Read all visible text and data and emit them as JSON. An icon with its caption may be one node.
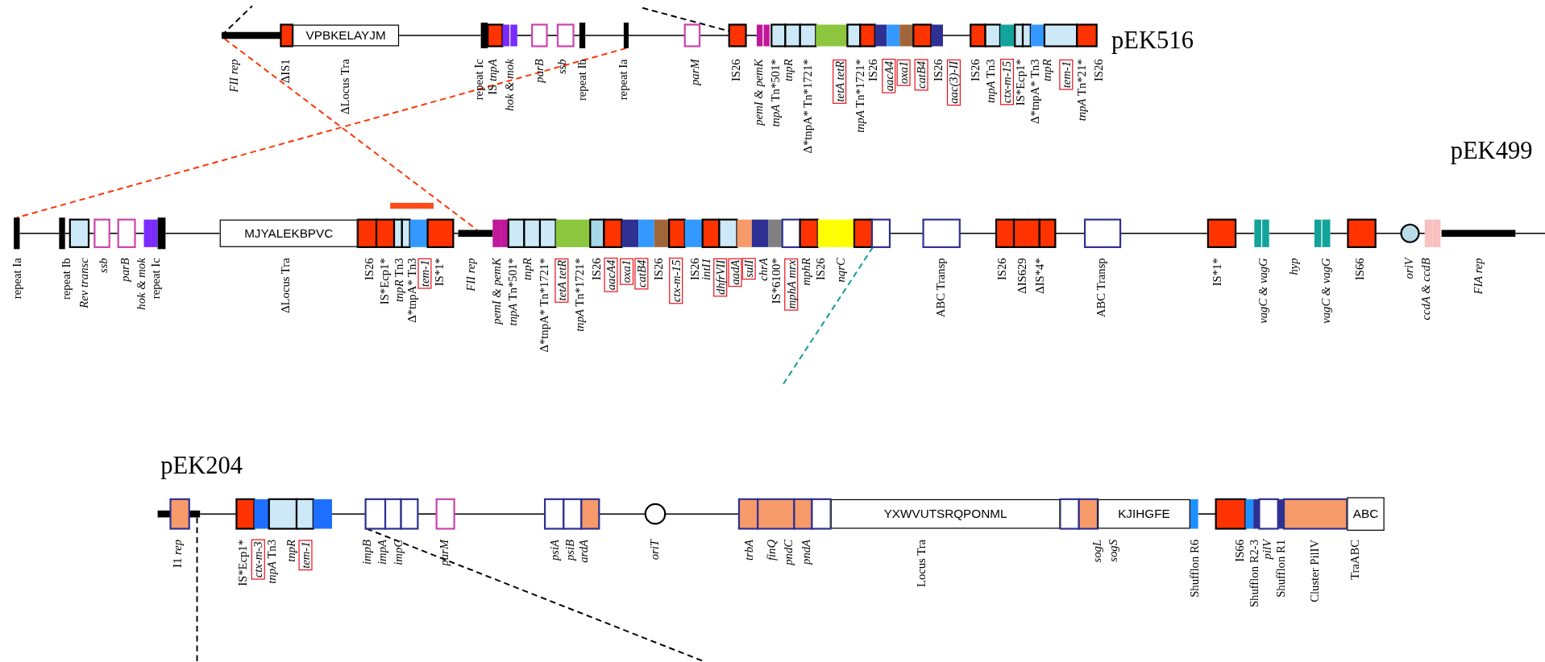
{
  "diagram": {
    "nodes": [
      {
        "text": [],
        "shape": "bar"
      },
      {
        "text": [],
        "shape": "box"
      },
      {
        "text": [
          "VPBKELAYJM"
        ]
      },
      {
        "text": [],
        "shape": "bar"
      },
      {
        "text": [],
        "shape": "box"
      },
      {
        "text": [],
        "shape": "box"
      },
      {
        "text": [],
        "shape": "box"
      },
      {
        "text": [],
        "shape": "box"
      },
      {
        "text": [],
        "shape": "box"
      },
      {
        "text": [],
        "shape": "bar"
      },
      {
        "text": [],
        "shape": "bar"
      },
      {
        "text": [],
        "shape": "box"
      },
      {
        "text": [],
        "shape": "box"
      },
      {
        "text": [],
        "shape": "box"
      },
      {
        "text": [],
        "shape": "box"
      },
      {
        "text": [],
        "shape": "box"
      },
      {
        "text": [],
        "shape": "box"
      },
      {
        "text": [],
        "shape": "box"
      },
      {
        "text": [],
        "shape": "box"
      },
      {
        "text": [],
        "shape": "box"
      },
      {
        "text": [],
        "shape": "box"
      },
      {
        "text": [],
        "shape": "box"
      },
      {
        "text": [],
        "shape": "box"
      },
      {
        "text": [],
        "shape": "box"
      },
      {
        "text": [],
        "shape": "box"
      },
      {
        "text": [],
        "shape": "box"
      },
      {
        "text": [],
        "shape": "box"
      },
      {
        "text": [],
        "shape": "box"
      },
      {
        "text": [],
        "shape": "box"
      },
      {
        "text": [],
        "shape": "box"
      },
      {
        "text": [],
        "shape": "box"
      },
      {
        "text": [],
        "shape": "box"
      },
      {
        "text": [],
        "shape": "box"
      },
      {
        "text": [],
        "shape": "box"
      },
      {
        "text": [],
        "shape": "bar"
      },
      {
        "text": [],
        "shape": "bar"
      },
      {
        "text": [],
        "shape": "box"
      },
      {
        "text": [],
        "shape": "box"
      },
      {
        "text": [],
        "shape": "box"
      },
      {
        "text": [],
        "shape": "box"
      },
      {
        "text": [],
        "shape": "box"
      },
      {
        "text": [],
        "shape": "bar"
      },
      {
        "text": [
          "MJYALEKBPVC"
        ]
      },
      {
        "text": [],
        "shape": "box"
      },
      {
        "text": [],
        "shape": "box"
      },
      {
        "text": [],
        "shape": "box"
      },
      {
        "text": [],
        "shape": "box"
      },
      {
        "text": [],
        "shape": "box"
      },
      {
        "text": [],
        "shape": "box"
      },
      {
        "text": [],
        "shape": "bar"
      },
      {
        "text": [],
        "shape": "box"
      },
      {
        "text": [],
        "shape": "box"
      },
      {
        "text": [],
        "shape": "box"
      },
      {
        "text": [],
        "shape": "box"
      },
      {
        "text": [],
        "shape": "box"
      },
      {
        "text": [],
        "shape": "box"
      },
      {
        "text": [],
        "shape": "box"
      },
      {
        "text": [],
        "shape": "box"
      },
      {
        "text": [],
        "shape": "box"
      },
      {
        "text": [],
        "shape": "box"
      },
      {
        "text": [],
        "shape": "box"
      },
      {
        "text": [],
        "shape": "box"
      },
      {
        "text": [],
        "shape": "box"
      },
      {
        "text": [],
        "shape": "box"
      },
      {
        "text": [],
        "shape": "box"
      },
      {
        "text": [],
        "shape": "box"
      },
      {
        "text": [],
        "shape": "box"
      },
      {
        "text": [],
        "shape": "box"
      },
      {
        "text": [],
        "shape": "box"
      },
      {
        "text": [],
        "shape": "box"
      },
      {
        "text": [],
        "shape": "box"
      },
      {
        "text": [],
        "shape": "box"
      },
      {
        "text": [],
        "shape": "box"
      },
      {
        "text": [],
        "shape": "box"
      },
      {
        "text": [],
        "shape": "box"
      },
      {
        "text": [],
        "shape": "box"
      },
      {
        "text": [],
        "shape": "box"
      },
      {
        "text": [],
        "shape": "box"
      },
      {
        "text": [],
        "shape": "box"
      },
      {
        "text": [],
        "shape": "box"
      },
      {
        "text": [],
        "shape": "box"
      },
      {
        "text": [],
        "shape": "box"
      },
      {
        "text": [],
        "shape": "box"
      },
      {
        "text": [],
        "shape": "box"
      },
      {
        "text": [],
        "shape": "box"
      },
      {
        "text": [],
        "shape": "circle"
      },
      {
        "text": [],
        "shape": "box"
      },
      {
        "text": [],
        "shape": "box"
      },
      {
        "text": [],
        "shape": "bar"
      },
      {
        "text": [],
        "shape": "bar"
      },
      {
        "text": [],
        "shape": "box"
      },
      {
        "text": [],
        "shape": "box"
      },
      {
        "text": [],
        "shape": "box"
      },
      {
        "text": [],
        "shape": "box"
      },
      {
        "text": [],
        "shape": "box"
      },
      {
        "text": [],
        "shape": "box"
      },
      {
        "text": [],
        "shape": "box"
      },
      {
        "text": [],
        "shape": "box"
      },
      {
        "text": [],
        "shape": "box"
      },
      {
        "text": [],
        "shape": "box"
      },
      {
        "text": [],
        "shape": "box"
      },
      {
        "text": [],
        "shape": "box"
      },
      {
        "text": [],
        "shape": "box"
      },
      {
        "text": [],
        "shape": "circle"
      },
      {
        "text": [],
        "shape": "box"
      },
      {
        "text": [],
        "shape": "box"
      },
      {
        "text": [],
        "shape": "box"
      },
      {
        "text": [],
        "shape": "box"
      },
      {
        "text": [
          "YXWVUTSRQPONML"
        ]
      },
      {
        "text": [],
        "shape": "box"
      },
      {
        "text": [],
        "shape": "box"
      },
      {
        "text": [
          "KJIHGFE"
        ]
      },
      {
        "text": [],
        "shape": "box"
      },
      {
        "text": [],
        "shape": "box"
      },
      {
        "text": [],
        "shape": "box"
      },
      {
        "text": [],
        "shape": "box"
      },
      {
        "text": [],
        "shape": "box"
      },
      {
        "text": [],
        "shape": "box"
      },
      {
        "text": [],
        "shape": "box"
      },
      {
        "text": [
          "ABC"
        ]
      }
    ],
    "edges": [
      {
        "from": 0,
        "to": null,
        "arrow": "none",
        "style": "dashed"
      },
      {
        "from": null,
        "to": 12,
        "arrow": "none",
        "style": "dashed"
      },
      {
        "from": 0,
        "to": 49,
        "arrow": "none",
        "style": "dashed",
        "color": "#ff3300"
      },
      {
        "from": 10,
        "to": 34,
        "arrow": "none",
        "style": "dashed",
        "color": "#ff3300"
      },
      {
        "from": 73,
        "to": null,
        "arrow": "none",
        "style": "dashed",
        "color": "#119999"
      },
      {
        "from": 89,
        "to": null,
        "arrow": "none",
        "style": "dashed"
      },
      {
        "from": 96,
        "to": null,
        "arrow": "none",
        "style": "dashed"
      },
      {
        "from": 2,
        "to": 3,
        "arrow": "none"
      },
      {
        "from": 6,
        "to": 7,
        "arrow": "none"
      },
      {
        "from": 7,
        "to": 8,
        "arrow": "none"
      },
      {
        "from": 8,
        "to": 9,
        "arrow": "none"
      },
      {
        "from": 9,
        "to": 10,
        "arrow": "none"
      },
      {
        "from": 10,
        "to": 11,
        "arrow": "none"
      },
      {
        "from": 11,
        "to": 12,
        "arrow": "none"
      },
      {
        "from": 12,
        "to": 13,
        "arrow": "none"
      },
      {
        "from": 25,
        "to": 26,
        "arrow": "none"
      },
      {
        "from": 34,
        "to": 35,
        "arrow": "none"
      },
      {
        "from": 35,
        "to": 36,
        "arrow": "none"
      },
      {
        "from": 36,
        "to": 37,
        "arrow": "none"
      },
      {
        "from": 37,
        "to": 38,
        "arrow": "none"
      },
      {
        "from": 38,
        "to": 39,
        "arrow": "none"
      },
      {
        "from": 41,
        "to": 42,
        "arrow": "none"
      },
      {
        "from": 48,
        "to": 49,
        "arrow": "none"
      },
      {
        "from": 73,
        "to": 74,
        "arrow": "none"
      },
      {
        "from": 74,
        "to": 75,
        "arrow": "none"
      },
      {
        "from": 77,
        "to": 78,
        "arrow": "none"
      },
      {
        "from": 78,
        "to": 79,
        "arrow": "none"
      },
      {
        "from": 79,
        "to": 80,
        "arrow": "none"
      },
      {
        "from": 81,
        "to": 82,
        "arrow": "none"
      },
      {
        "from": 83,
        "to": 84,
        "arrow": "none"
      },
      {
        "from": 84,
        "to": 85,
        "arrow": "none"
      },
      {
        "from": 85,
        "to": 86,
        "arrow": "none"
      },
      {
        "from": 88,
        "to": null,
        "arrow": "none"
      },
      {
        "from": 89,
        "to": 91,
        "arrow": "none"
      },
      {
        "from": 95,
        "to": 96,
        "arrow": "none"
      },
      {
        "from": 98,
        "to": 99,
        "arrow": "none"
      },
      {
        "from": 99,
        "to": 100,
        "arrow": "none"
      },
      {
        "from": 102,
        "to": 103,
        "arrow": "none"
      },
      {
        "from": 103,
        "to": 104,
        "arrow": "none"
      },
      {
        "from": 112,
        "to": 113,
        "arrow": "none"
      }
    ],
    "labels": [
      "pEK516",
      "FII rep",
      "ΔIS1",
      "ΔLocus Tra",
      "repeat Ic",
      "IS *tnpA*",
      "hok & mok",
      "parB",
      "ssb",
      "repeat Ib",
      "repeat Ia",
      "parM",
      "IS26",
      "pemI & pemK",
      "*tnpA* Tn*501*",
      "tnpR",
      "Δ*tnpA* Tn*1721*",
      "tetA tetR",
      "*tnpA* Tn*1721*",
      "IS26",
      "aacA4",
      "oxa1",
      "catB4",
      "IS26",
      "aac(3)-II",
      "IS26",
      "*tnpA* Tn3",
      "ctx-m-15",
      "IS*Ecp1*",
      "Δ*tnpA* Tn3",
      "tnpR",
      "tem-1",
      "*tnpA* Tn*21*",
      "IS26",
      "pEK499",
      "repeat Ia",
      "repeat Ib",
      "Rev transc",
      "ssb",
      "parB",
      "hok & mok",
      "repeat Ic",
      "ΔLocus Tra",
      "IS26",
      "IS*Ecp1*",
      "*tnpR* Tn3",
      "Δ*tnpA* Tn3",
      "tem-1",
      "IS*1*",
      "FII rep",
      "pemI & pemK",
      "*tnpA* Tn*501*",
      "tnpR",
      "Δ*tnpA* Tn*1721*",
      "tetA tetR",
      "*tnpA* Tn*1721*",
      "IS26",
      "aacA4",
      "oxa1",
      "catB4",
      "IS26",
      "ctx-m-15",
      "IS26",
      "intI1",
      "dhfrVII",
      "aadA",
      "sulI",
      "chrA",
      "IS*6100*",
      "mphA mrx",
      "mphR",
      "IS26",
      "nqrC",
      "ABC Transp",
      "IS26",
      "ΔIS629",
      "ΔIS*4*",
      "ABC Transp",
      "IS*1*",
      "vagC & vagG",
      "hyp",
      "vagC & vagG",
      "IS66",
      "oriV",
      "ccdA & ccdB",
      "FIA rep",
      "pEK204",
      "I1 *rep*",
      "IS*Ecp1*",
      "ctx-m-3",
      "*tnpA* Tn3",
      "tnpR",
      "tem-1",
      "impB",
      "impA",
      "impC",
      "parM",
      "psiA",
      "psiB",
      "ardA",
      "oriT",
      "trbA",
      "finQ",
      "pndC",
      "pndA",
      "Locus Tra",
      "sogL",
      "sogS",
      "Shufflon R6",
      "IS66",
      "Shufflon R2-3",
      "pilV",
      "Shufflon R1",
      "Cluster PilIV",
      "TraABC"
    ]
  }
}
